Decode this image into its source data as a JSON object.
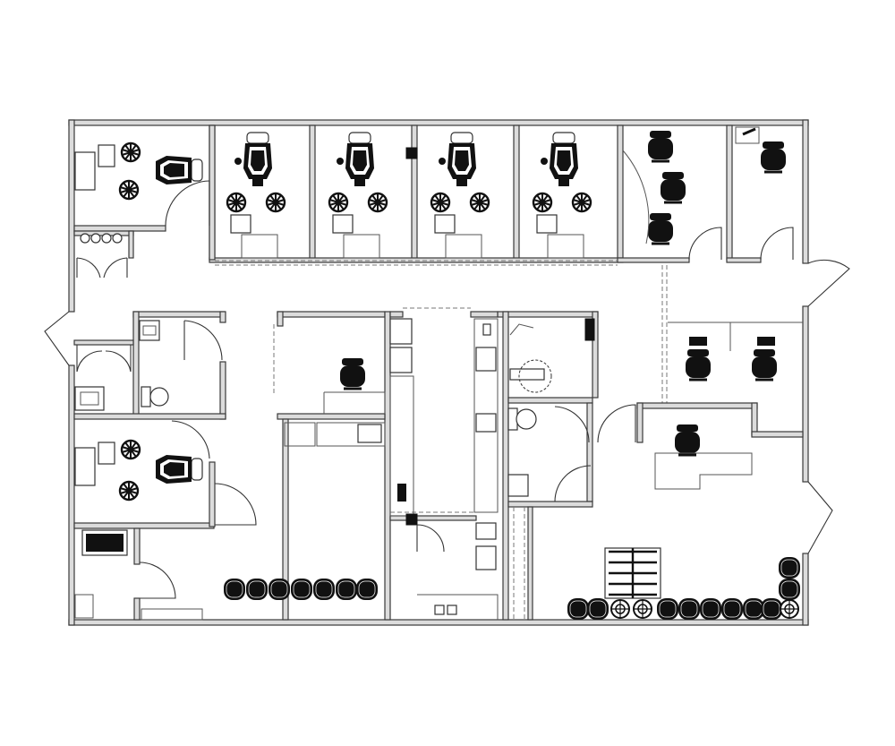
{
  "diagram": {
    "kind": "architectural-floor-plan",
    "colors": {
      "wall_fill": "#dcdcdc",
      "line": "#333333",
      "furniture": "#111111",
      "background": "#ffffff"
    },
    "rooms": [
      {
        "id": "treatment-room-top-left",
        "contains": [
          "dental-chair",
          "stools",
          "cabinet"
        ]
      },
      {
        "id": "treatment-bay-1",
        "contains": [
          "dental-chair",
          "stools",
          "desk"
        ]
      },
      {
        "id": "treatment-bay-2",
        "contains": [
          "dental-chair",
          "stools",
          "desk"
        ]
      },
      {
        "id": "treatment-bay-3",
        "contains": [
          "dental-chair",
          "stools",
          "desk"
        ]
      },
      {
        "id": "treatment-bay-4",
        "contains": [
          "dental-chair",
          "stools",
          "desk"
        ]
      },
      {
        "id": "consult-room",
        "contains": [
          "chairs"
        ]
      },
      {
        "id": "office-top-right",
        "contains": [
          "chair"
        ]
      },
      {
        "id": "restroom-left",
        "contains": [
          "toilet",
          "sink"
        ]
      },
      {
        "id": "treatment-room-mid-left",
        "contains": [
          "dental-chair",
          "stools",
          "cabinet"
        ]
      },
      {
        "id": "equipment-room",
        "contains": [
          "machine"
        ]
      },
      {
        "id": "staff-lounge",
        "contains": [
          "table",
          "sink",
          "chairs"
        ]
      },
      {
        "id": "sterilization-corridor",
        "contains": [
          "counters",
          "sinks"
        ]
      },
      {
        "id": "restroom-center",
        "contains": [
          "tub",
          "toilet",
          "sink"
        ]
      },
      {
        "id": "front-desk",
        "contains": [
          "workstations",
          "chairs"
        ]
      },
      {
        "id": "waiting-room",
        "contains": [
          "chairs",
          "play-table"
        ]
      }
    ]
  }
}
